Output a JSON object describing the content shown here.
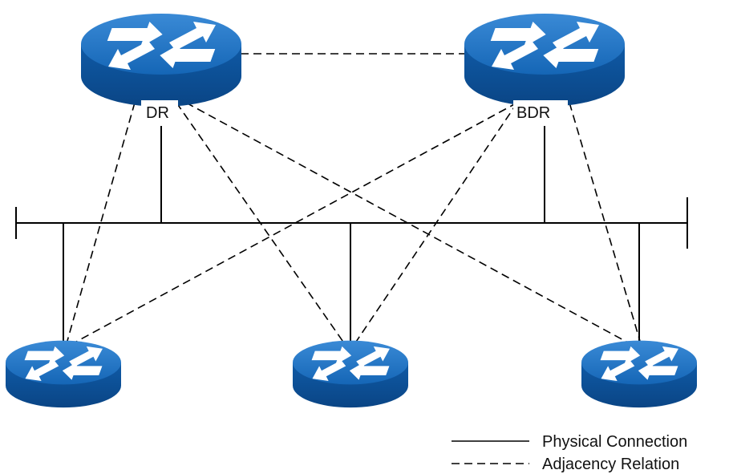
{
  "routers": {
    "dr": {
      "label": "DR"
    },
    "bdr": {
      "label": "BDR"
    }
  },
  "legend": {
    "physical": "Physical Connection",
    "adjacency": "Adjacency Relation"
  },
  "colors": {
    "router_top": "#1a6fc0",
    "router_side": "#0b4f96",
    "arrow": "#ffffff"
  }
}
